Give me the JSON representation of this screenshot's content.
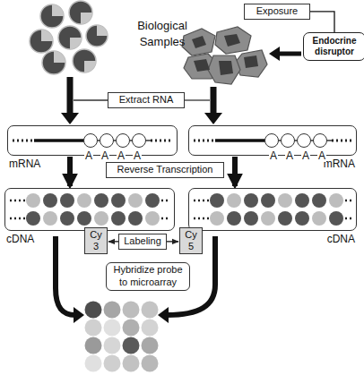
{
  "diagram": {
    "nodes": [
      {
        "text": [
          "Exposure"
        ]
      },
      {
        "text": [
          "Endocrine disruptor"
        ]
      },
      {
        "text": [
          "Extract RNA"
        ]
      },
      {
        "text": [
          "mRNA"
        ]
      },
      {
        "text": [
          "A"
        ],
        "in": 3
      },
      {
        "text": [
          "A"
        ],
        "in": 3
      },
      {
        "text": [
          "A"
        ],
        "in": 3
      },
      {
        "text": [
          "A"
        ],
        "in": 3
      },
      {
        "text": [
          "mRNA"
        ]
      },
      {
        "text": [
          "A"
        ],
        "in": 8
      },
      {
        "text": [
          "A"
        ],
        "in": 8
      },
      {
        "text": [
          "A"
        ],
        "in": 8
      },
      {
        "text": [
          "A"
        ],
        "in": 8
      },
      {
        "text": [
          "Reverse Transcription"
        ]
      },
      {
        "text": [
          "cDNA"
        ]
      },
      {
        "text": [
          "cDNA"
        ]
      },
      {
        "text": [
          "Cy 3"
        ]
      },
      {
        "text": [
          "Labeling"
        ]
      },
      {
        "text": [
          "Cy 5"
        ]
      },
      {
        "text": [
          "Hybridize probe to microarray"
        ]
      }
    ],
    "edges": [
      {
        "from": 0,
        "to": 1,
        "arrow": "none"
      },
      {
        "from": 3,
        "to": 14,
        "arrow": "to"
      },
      {
        "from": 8,
        "to": 15,
        "arrow": "to"
      },
      {
        "from": 17,
        "to": 16,
        "arrow": "to"
      },
      {
        "from": 17,
        "to": 18,
        "arrow": "to"
      }
    ],
    "labels": [
      "Biological Samples"
    ]
  }
}
